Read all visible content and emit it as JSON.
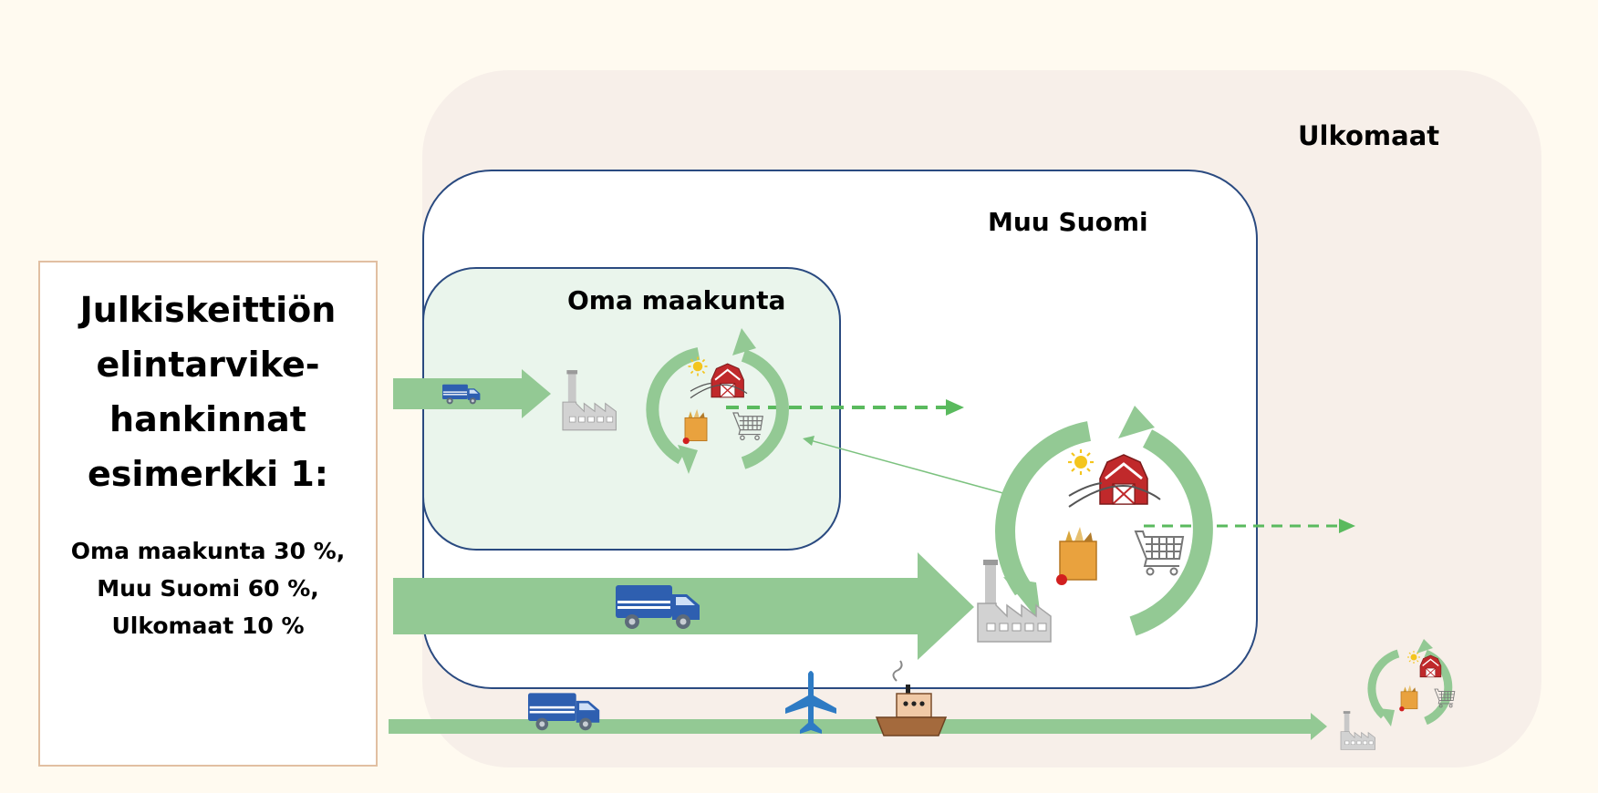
{
  "frame": {
    "background": "#fffaf0"
  },
  "regions": {
    "ulkomaat": {
      "label": "Ulkomaat",
      "fill": "#f7efe9"
    },
    "muu_suomi": {
      "label": "Muu Suomi",
      "fill": "#ffffff",
      "stroke": "#2a4a80"
    },
    "oma_maakunta": {
      "label": "Oma maakunta",
      "fill": "#eaf5ec",
      "stroke": "#2a4a80"
    }
  },
  "info_box": {
    "title_lines": [
      "Julkiskeittiön",
      "elintarvike-",
      "hankinnat",
      "esimerkki 1:"
    ],
    "share_lines": [
      "Oma maakunta 30 %,",
      "Muu Suomi 60 %,",
      "Ulkomaat 10 %"
    ]
  },
  "flows": [
    {
      "name": "Oma maakunta",
      "share_percent": 30
    },
    {
      "name": "Muu Suomi",
      "share_percent": 60
    },
    {
      "name": "Ulkomaat",
      "share_percent": 10
    }
  ],
  "colors": {
    "arrow_green": "#93c994",
    "truck_blue": "#2e5fb0",
    "dashed_green": "#5aba5e"
  },
  "icons": [
    "truck-icon",
    "factory-icon",
    "barn-icon",
    "sun-icon",
    "grocery-bag-icon",
    "shopping-cart-icon",
    "cycle-arrows-icon",
    "airplane-icon",
    "ship-icon"
  ]
}
